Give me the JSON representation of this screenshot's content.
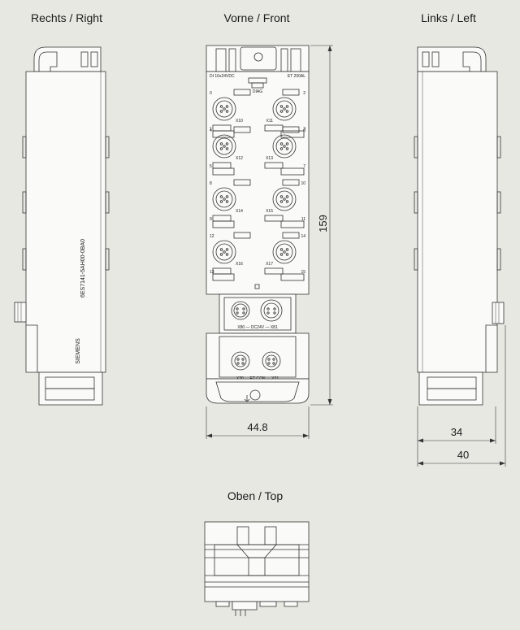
{
  "views": {
    "right": "Rechts / Right",
    "front": "Vorne / Front",
    "left": "Links / Left",
    "top": "Oben / Top"
  },
  "dimensions": {
    "height": "159",
    "width": "44.8",
    "depth_body": "34",
    "depth_total": "40"
  },
  "device": {
    "order_number": "6ES7141-5AH00-0BA0",
    "brand": "SIEMENS",
    "input_label": "DI 16x24VDC",
    "product_label": "ET 200AL",
    "diag_label": "DIAG",
    "power_label": "X80 — DC24V — X81",
    "bus_label": "X30 — ET-CON — X31"
  },
  "connectors": [
    {
      "name": "X10",
      "left": "0",
      "right": "1"
    },
    {
      "name": "X11",
      "left": "2",
      "right": "3"
    },
    {
      "name": "X12",
      "left": "4",
      "right": "5"
    },
    {
      "name": "X13",
      "left": "6",
      "right": "7"
    },
    {
      "name": "X14",
      "left": "8",
      "right": "9"
    },
    {
      "name": "X15",
      "left": "10",
      "right": "11"
    },
    {
      "name": "X16",
      "left": "12",
      "right": "13"
    },
    {
      "name": "X17",
      "left": "14",
      "right": "15"
    }
  ],
  "colors": {
    "background": "#e8e8e3",
    "line": "#333333",
    "body": "#fafaf8"
  }
}
